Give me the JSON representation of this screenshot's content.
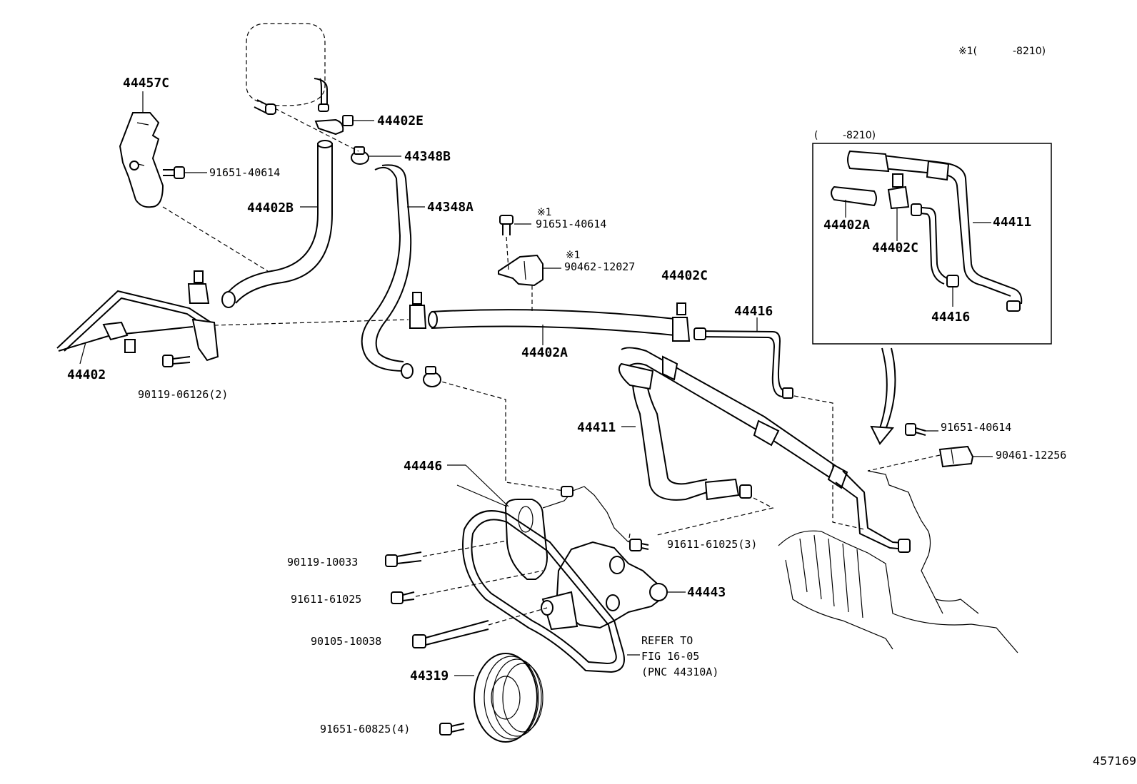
{
  "header": {
    "note_mark": "※1(",
    "note_range": "-8210)"
  },
  "inset": {
    "range_open": "(",
    "range_value": "-8210)",
    "labels": {
      "hose": "44402A",
      "clamp": "44402C",
      "pressure_tube": "44411",
      "return_tube": "44416"
    }
  },
  "labels": {
    "p44457C": "44457C",
    "p44402E": "44402E",
    "p44348B": "44348B",
    "p44348A": "44348A",
    "p44402B": "44402B",
    "p91651_40614_a": "91651-40614",
    "p91651_40614_b_mark": "※1",
    "p91651_40614_b": "91651-40614",
    "p90462_12027_mark": "※1",
    "p90462_12027": "90462-12027",
    "p44402C": "44402C",
    "p44416": "44416",
    "p44402A": "44402A",
    "p44402": "44402",
    "p90119_06126": "90119-06126(2)",
    "p44411": "44411",
    "p91651_40614_c": "91651-40614",
    "p90461_12256": "90461-12256",
    "p44446": "44446",
    "p91611_61025_3": "91611-61025(3)",
    "p90119_10033": "90119-10033",
    "p44443": "44443",
    "p91611_61025": "91611-61025",
    "p90105_10038": "90105-10038",
    "refer_line1": "REFER TO",
    "refer_line2": "FIG 16-05",
    "refer_line3": "(PNC 44310A)",
    "p44319": "44319",
    "p91651_60825": "91651-60825(4)"
  },
  "figure_id": "457169"
}
